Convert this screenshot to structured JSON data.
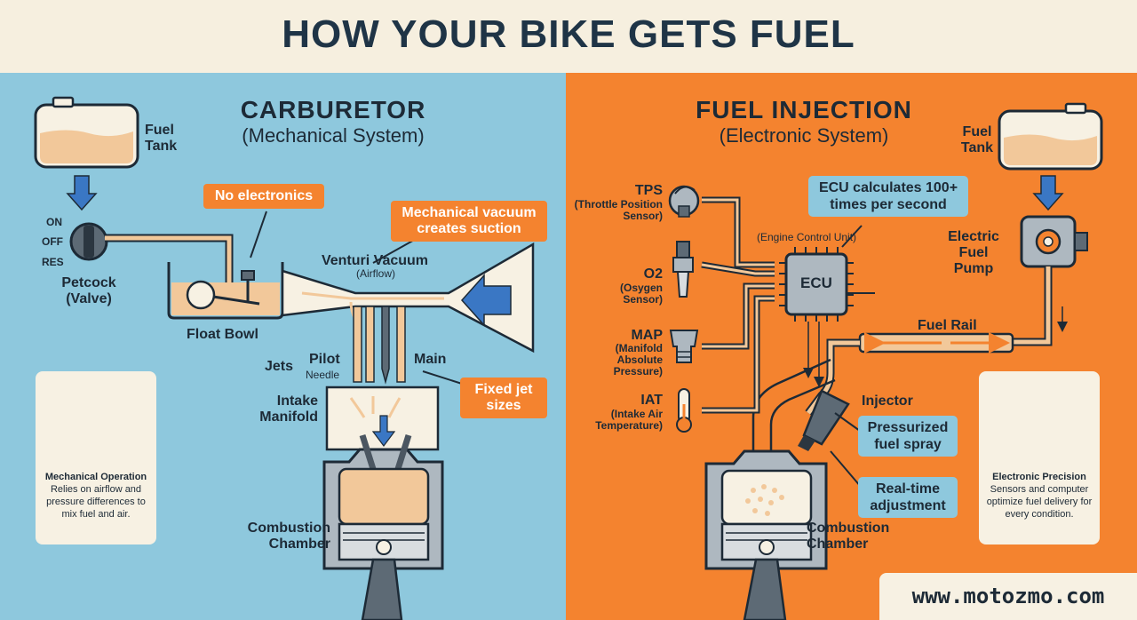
{
  "title": "HOW YOUR BIKE GETS FUEL",
  "carburetor": {
    "heading": "CARBURETOR",
    "subheading": "(Mechanical System)",
    "fuel_tank": "Fuel Tank",
    "petcock_positions": [
      "ON",
      "OFF",
      "RES"
    ],
    "petcock": "Petcock (Valve)",
    "float_bowl": "Float Bowl",
    "callout_no_electronics": "No electronics",
    "callout_vacuum": "Mechanical vacuum creates suction",
    "venturi": "Venturi Vacuum",
    "venturi_sub": "(Airflow)",
    "jets": "Jets",
    "pilot": "Pilot",
    "needle": "Needle",
    "main": "Main",
    "callout_fixed": "Fixed jet sizes",
    "intake": "Intake Manifold",
    "combustion": "Combustion Chamber",
    "card_title": "Mechanical Operation",
    "card_text": "Relies on airflow and pressure differences to mix fuel and air."
  },
  "injection": {
    "heading": "FUEL INJECTION",
    "subheading": "(Electronic System)",
    "fuel_tank": "Fuel Tank",
    "sensors": [
      {
        "abbr": "TPS",
        "desc": "(Throttle Position Sensor)"
      },
      {
        "abbr": "O2",
        "desc": "(Osygen Sensor)"
      },
      {
        "abbr": "MAP",
        "desc": "(Manifold Absolute Pressure)"
      },
      {
        "abbr": "IAT",
        "desc": "(Intake Air Temperature)"
      }
    ],
    "callout_ecu": "ECU calculates 100+ times per second",
    "ecu_unit": "(Engine Control Unit)",
    "ecu": "ECU",
    "pump": "Electric Fuel Pump",
    "rail": "Fuel Rail",
    "injector": "Injector",
    "callout_spray": "Pressurized fuel spray",
    "callout_realtime": "Real-time adjustment",
    "combustion": "Combustion Chamber",
    "card_title": "Electronic Precision",
    "card_text": "Sensors and computer optimize fuel delivery for every condition."
  },
  "footer": "www.motozmo.com",
  "colors": {
    "left_bg": "#8ec8dd",
    "right_bg": "#f4832f",
    "title_bg": "#f6efdf",
    "fuel": "#f2c89a",
    "outline": "#1d2a36",
    "arrow_blue": "#3a77c4"
  }
}
